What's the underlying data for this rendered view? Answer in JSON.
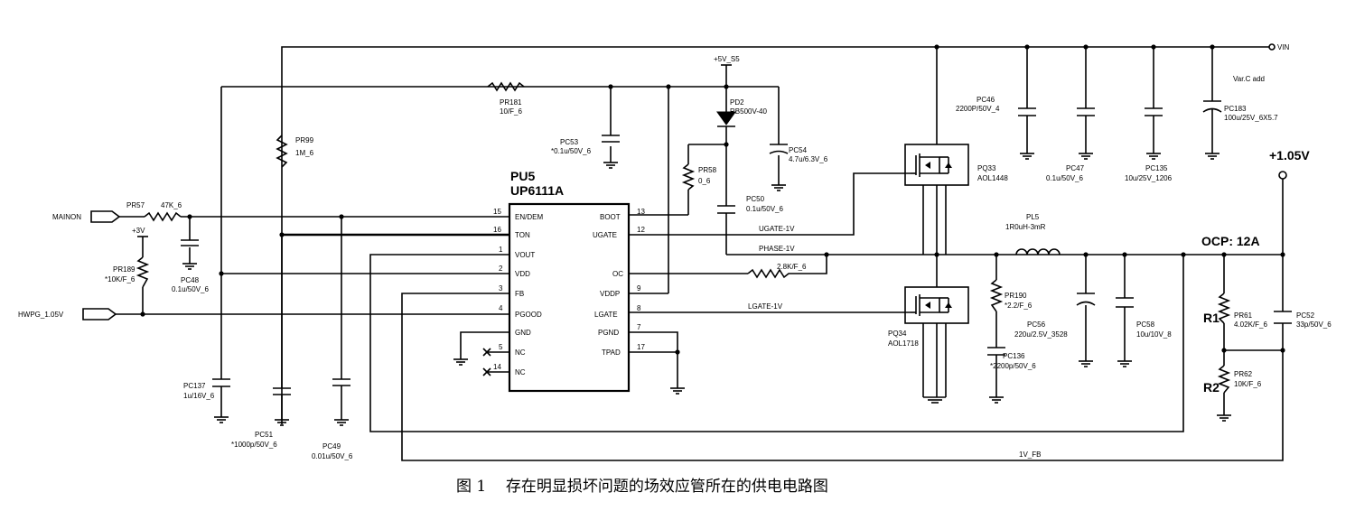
{
  "labels": {
    "vin": "VIN",
    "p5v_s5": "+5V_S5",
    "p3v": "+3V",
    "p1_05v": "+1.05V",
    "var_c_add": "Var.C add",
    "ocp": "OCP: 12A",
    "fb_net": "1V_FB",
    "ugate_net": "UGATE-1V",
    "phase_net": "PHASE-1V",
    "lgate_net": "LGATE-1V",
    "mainon": "MAINON",
    "hwpg": "HWPG_1.05V"
  },
  "ic": {
    "ref": "PU5",
    "part": "UP6111A",
    "left_pins": [
      {
        "num": "15",
        "name": "EN/DEM"
      },
      {
        "num": "16",
        "name": "TON"
      },
      {
        "num": "1",
        "name": "VOUT"
      },
      {
        "num": "2",
        "name": "VDD"
      },
      {
        "num": "3",
        "name": "FB"
      },
      {
        "num": "4",
        "name": "PGOOD"
      },
      {
        "num": "",
        "name": "GND"
      },
      {
        "num": "5",
        "name": "NC"
      },
      {
        "num": "14",
        "name": "NC"
      }
    ],
    "right_pins": [
      {
        "num": "13",
        "name": "BOOT"
      },
      {
        "num": "12",
        "name": "UGATE"
      },
      {
        "num": "",
        "name": ""
      },
      {
        "num": "",
        "name": "OC"
      },
      {
        "num": "9",
        "name": "VDDP"
      },
      {
        "num": "8",
        "name": "LGATE"
      },
      {
        "num": "7",
        "name": "PGND"
      },
      {
        "num": "17",
        "name": "TPAD"
      }
    ]
  },
  "components": {
    "pr181": {
      "ref": "PR181",
      "value": "10/F_6"
    },
    "pr99": {
      "ref": "PR99",
      "value": "1M_6"
    },
    "pr57": {
      "ref": "PR57",
      "value": "47K_6"
    },
    "pr189": {
      "ref": "PR189",
      "value": "*10K/F_6"
    },
    "pc48": {
      "ref": "PC48",
      "value": "0.1u/50V_6"
    },
    "pc53": {
      "ref": "PC53",
      "value": "*0.1u/50V_6"
    },
    "pd2": {
      "ref": "PD2",
      "value": "RB500V-40"
    },
    "pc54": {
      "ref": "PC54",
      "value": "4.7u/6.3V_6"
    },
    "pr58": {
      "ref": "PR58",
      "value": "0_6"
    },
    "pc50": {
      "ref": "PC50",
      "value": "0.1u/50V_6"
    },
    "oc_res": {
      "value": "2.8K/F_6"
    },
    "pc137": {
      "ref": "PC137",
      "value": "1u/16V_6"
    },
    "pc51": {
      "ref": "PC51",
      "value": "*1000p/50V_6"
    },
    "pc49": {
      "ref": "PC49",
      "value": "0.01u/50V_6"
    },
    "pc46": {
      "ref": "PC46",
      "value": "2200P/50V_4"
    },
    "pc47": {
      "ref": "PC47",
      "value": "0.1u/50V_6"
    },
    "pc135": {
      "ref": "PC135",
      "value": "10u/25V_1206"
    },
    "pc183": {
      "ref": "PC183",
      "value": "100u/25V_6X5.7"
    },
    "pq33": {
      "ref": "PQ33",
      "value": "AOL1448"
    },
    "pq34": {
      "ref": "PQ34",
      "value": "AOL1718"
    },
    "pl5": {
      "ref": "PL5",
      "value": "1R0uH-3mR"
    },
    "pr190": {
      "ref": "PR190",
      "value": "*2.2/F_6"
    },
    "pc136": {
      "ref": "PC136",
      "value": "*2200p/50V_6"
    },
    "pc56": {
      "ref": "PC56",
      "value": "220u/2.5V_3528"
    },
    "pc58": {
      "ref": "PC58",
      "value": "10u/10V_8"
    },
    "pr61": {
      "ref": "PR61",
      "value": "4.02K/F_6"
    },
    "pc52": {
      "ref": "PC52",
      "value": "33p/50V_6"
    },
    "pr62": {
      "ref": "PR62",
      "value": "10K/F_6"
    },
    "r1": "R1",
    "r2": "R2"
  },
  "caption": "图 1    存在明显损坏问题的场效应管所在的供电电路图"
}
